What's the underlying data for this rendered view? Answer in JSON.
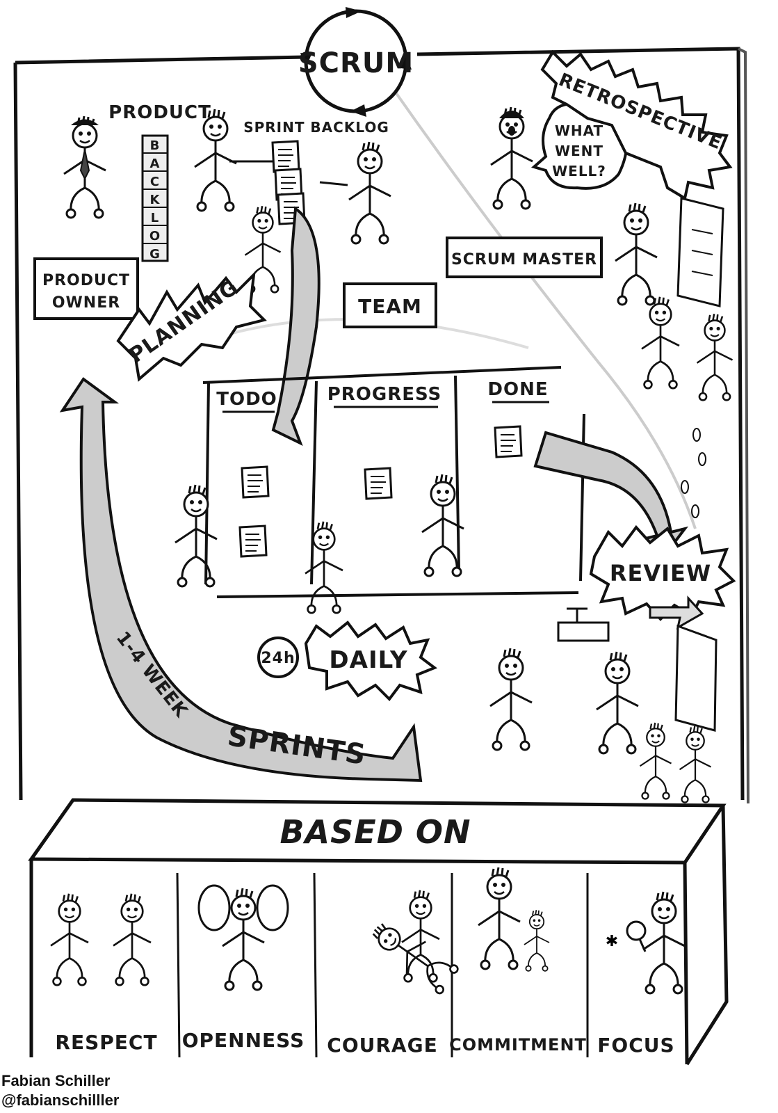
{
  "title": "SCRUM",
  "roles": {
    "product_owner": [
      "PRODUCT",
      "OWNER"
    ],
    "scrum_master": "SCRUM MASTER",
    "team": "TEAM"
  },
  "artifacts": {
    "product": "PRODUCT",
    "backlog_letters": [
      "B",
      "A",
      "C",
      "K",
      "L",
      "O",
      "G"
    ],
    "sprint_backlog": "SPRINT BACKLOG"
  },
  "events": {
    "planning": "PLANNING",
    "retrospective": "RETROSPECTIVE",
    "speech": [
      "WHAT",
      "WENT",
      "WELL?"
    ],
    "daily": "DAILY",
    "daily_cycle": "24h",
    "review": "REVIEW"
  },
  "board": {
    "columns": [
      "TODO",
      "PROGRESS",
      "DONE"
    ]
  },
  "sprint": {
    "duration": "1-4 WEEK",
    "label": "SPRINTS"
  },
  "foundation": {
    "heading": "BASED ON",
    "values": [
      "RESPECT",
      "OPENNESS",
      "COURAGE",
      "COMMITMENT",
      "FOCUS"
    ]
  },
  "credit": {
    "name": "Fabian Schiller",
    "handle": "@fabianschilller"
  }
}
